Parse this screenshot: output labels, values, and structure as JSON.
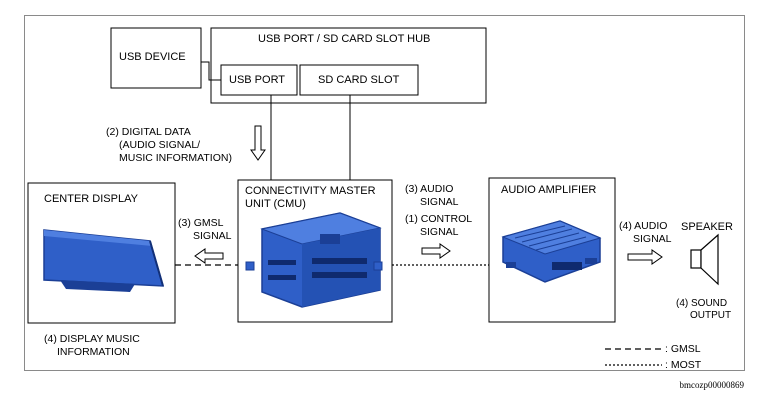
{
  "labels": {
    "hub_title": "USB PORT / SD CARD SLOT HUB",
    "usb_device": "USB DEVICE",
    "usb_port": "USB PORT",
    "sd_card_slot": "SD CARD SLOT",
    "digital_data": "(2) DIGITAL DATA",
    "digital_data_sub1": "(AUDIO SIGNAL/",
    "digital_data_sub2": "MUSIC INFORMATION)",
    "center_display": "CENTER DISPLAY",
    "cmu_line1": "CONNECTIVITY MASTER",
    "cmu_line2": "UNIT (CMU)",
    "gmsl_signal_1": "(3) GMSL",
    "gmsl_signal_2": "SIGNAL",
    "audio_signal_cmu_1": "(3) AUDIO",
    "audio_signal_cmu_2": "SIGNAL",
    "control_signal_1": "(1) CONTROL",
    "control_signal_2": "SIGNAL",
    "audio_amplifier": "AUDIO AMPLIFIER",
    "audio_signal_amp_1": "(4) AUDIO",
    "audio_signal_amp_2": "SIGNAL",
    "speaker": "SPEAKER",
    "sound_output_1": "(4) SOUND",
    "sound_output_2": "OUTPUT",
    "display_music_1": "(4) DISPLAY MUSIC",
    "display_music_2": "INFORMATION",
    "legend_gmsl": ": GMSL",
    "legend_most": ": MOST",
    "image_code": "bmcozp00000869"
  },
  "colors": {
    "component_blue": "#2f5fc8",
    "component_dark": "#1b3f96",
    "line": "#000000"
  }
}
